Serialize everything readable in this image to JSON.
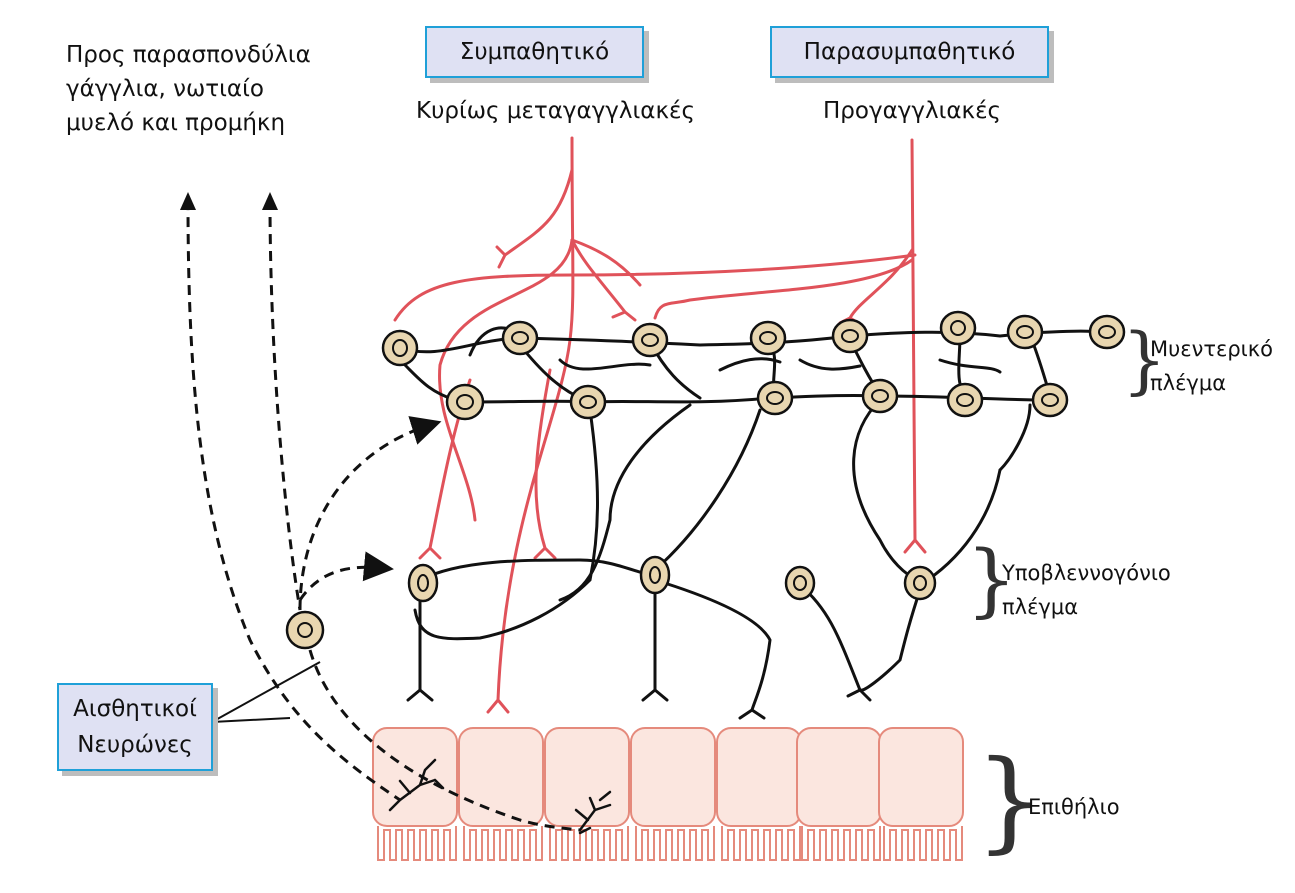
{
  "labels": {
    "to_ganglia_line1": "Προς παρασπονδύλια",
    "to_ganglia_line2": "γάγγλια, νωτιαίο",
    "to_ganglia_line3": "μυελό και προμήκη",
    "sympathetic": "Συμπαθητικό",
    "parasympathetic": "Παρασυμπαθητικό",
    "mainly_postganglionic": "Κυρίως μεταγαγγλιακές",
    "preganglionic": "Προγαγγλιακές",
    "myenteric_line1": "Μυεντερικό",
    "myenteric_line2": "πλέγμα",
    "submucosal_line1": "Υποβλεννογόνιο",
    "submucosal_line2": "πλέγμα",
    "sensory_line1": "Αισθητικοί",
    "sensory_line2": "Νευρώνες",
    "epithelium": "Επιθήλιο"
  },
  "colors": {
    "sympathetic_fiber": "#e0525a",
    "neuron_fiber": "#111111",
    "cell_fill": "#e8d6b0",
    "epithelium_fill": "#fbe6df",
    "epithelium_stroke": "#e58a7c",
    "box_fill": "#dfe1f3",
    "box_border": "#1fa0d8"
  }
}
